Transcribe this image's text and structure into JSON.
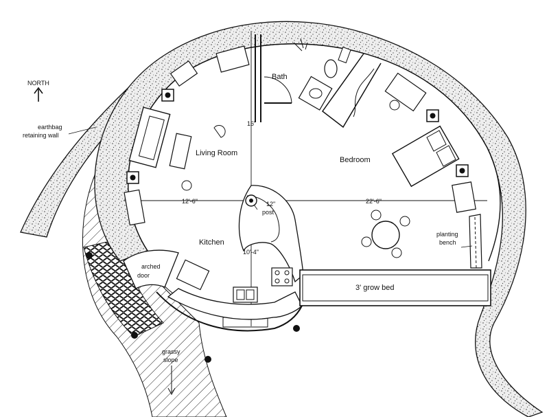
{
  "compass": {
    "label": "NORTH"
  },
  "rooms": {
    "bath": "Bath",
    "living_room": "Living Room",
    "bedroom": "Bedroom",
    "kitchen": "Kitchen"
  },
  "dimensions": {
    "north_south": "16'",
    "west_radius": "12'-6\"",
    "east_span": "22'-6\"",
    "post_diameter": "12\"",
    "post_label": "post",
    "south_radius": "10'-4\""
  },
  "annotations": {
    "retaining_wall_line1": "earthbag",
    "retaining_wall_line2": "retaining wall",
    "arched_door_line1": "arched",
    "arched_door_line2": "door",
    "planting_bench_line1": "planting",
    "planting_bench_line2": "bench",
    "grow_bed": "3' grow bed",
    "grassy_slope_line1": "grassy",
    "grassy_slope_line2": "slope"
  },
  "colors": {
    "line": "#111111",
    "earthbag_fill": "#e9e9e9",
    "background": "#ffffff"
  }
}
